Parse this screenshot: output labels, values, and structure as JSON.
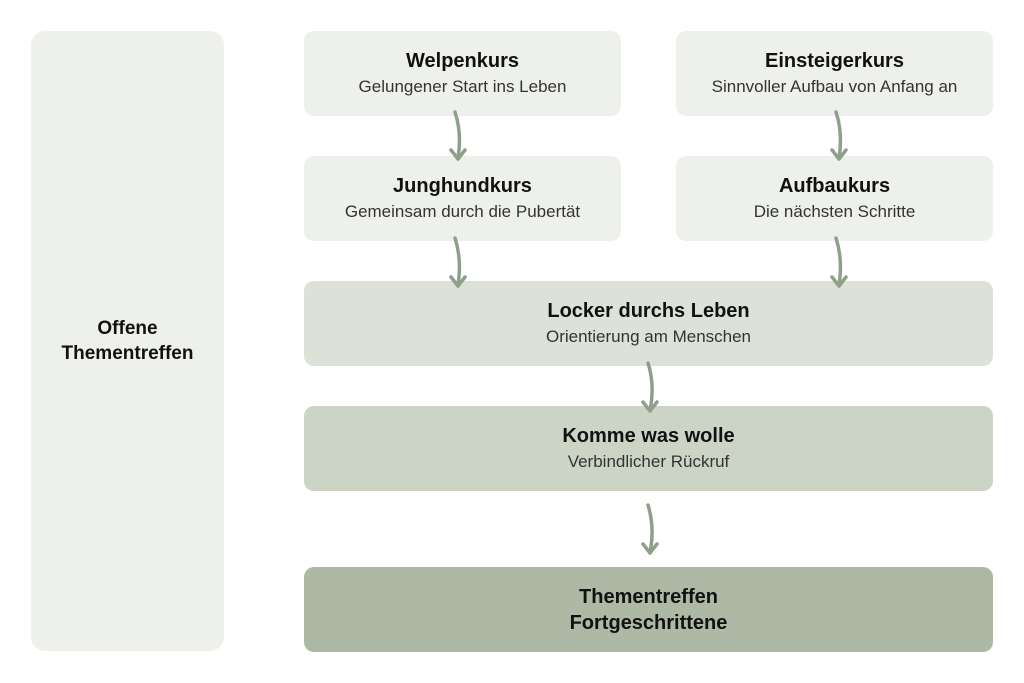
{
  "left_panel": {
    "line1": "Offene",
    "line2": "Thementreffen"
  },
  "courses": {
    "welpenkurs": {
      "title": "Welpenkurs",
      "subtitle": "Gelungener Start ins Leben"
    },
    "einsteigerkurs": {
      "title": "Einsteigerkurs",
      "subtitle": "Sinnvoller Aufbau von Anfang an"
    },
    "junghundkurs": {
      "title": "Junghundkurs",
      "subtitle": "Gemeinsam durch die Pubertät"
    },
    "aufbaukurs": {
      "title": "Aufbaukurs",
      "subtitle": "Die nächsten Schritte"
    },
    "locker": {
      "title": "Locker durchs Leben",
      "subtitle": "Orientierung am Menschen"
    },
    "komme": {
      "title": "Komme was wolle",
      "subtitle": "Verbindlicher Rückruf"
    },
    "thementreffen": {
      "line1": "Thementreffen",
      "line2": "Fortgeschrittene"
    }
  },
  "colors": {
    "tone_1": "#eef0eb",
    "tone_2": "#dde2d8",
    "tone_3": "#ccd5c5",
    "tone_4": "#adb8a5",
    "arrow": "#8fa08a"
  }
}
